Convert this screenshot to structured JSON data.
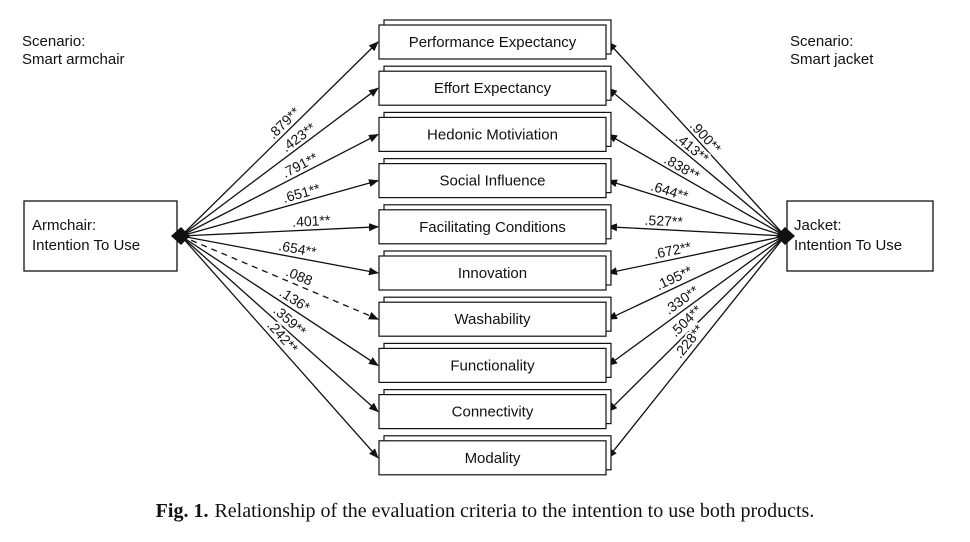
{
  "scenario_left": {
    "line1": "Scenario:",
    "line2": "Smart armchair"
  },
  "scenario_right": {
    "line1": "Scenario:",
    "line2": "Smart jacket"
  },
  "armchair_box": {
    "line1": "Armchair:",
    "line2": "Intention To Use"
  },
  "jacket_box": {
    "line1": "Jacket:",
    "line2": "Intention To Use"
  },
  "criteria": [
    {
      "label": "Performance Expectancy",
      "armchair_coef": ".879**",
      "jacket_coef": ".900**",
      "armchair_dashed": false
    },
    {
      "label": "Effort Expectancy",
      "armchair_coef": ".423**",
      "jacket_coef": ".413**",
      "armchair_dashed": false
    },
    {
      "label": "Hedonic Motiviation",
      "armchair_coef": ".791**",
      "jacket_coef": ".838**",
      "armchair_dashed": false
    },
    {
      "label": "Social Influence",
      "armchair_coef": ".651**",
      "jacket_coef": ".644**",
      "armchair_dashed": false
    },
    {
      "label": "Facilitating Conditions",
      "armchair_coef": ".401**",
      "jacket_coef": ".527**",
      "armchair_dashed": false
    },
    {
      "label": "Innovation",
      "armchair_coef": ".654**",
      "jacket_coef": ".672**",
      "armchair_dashed": false
    },
    {
      "label": "Washability",
      "armchair_coef": ".088",
      "jacket_coef": ".195**",
      "armchair_dashed": true
    },
    {
      "label": "Functionality",
      "armchair_coef": ".136*",
      "jacket_coef": ".330**",
      "armchair_dashed": false
    },
    {
      "label": "Connectivity",
      "armchair_coef": ".359**",
      "jacket_coef": ".504**",
      "armchair_dashed": false
    },
    {
      "label": "Modality",
      "armchair_coef": ".242**",
      "jacket_coef": ".228**",
      "armchair_dashed": false
    }
  ],
  "caption": {
    "label": "Fig. 1.",
    "text": "Relationship of the evaluation criteria to the intention to use both products."
  }
}
